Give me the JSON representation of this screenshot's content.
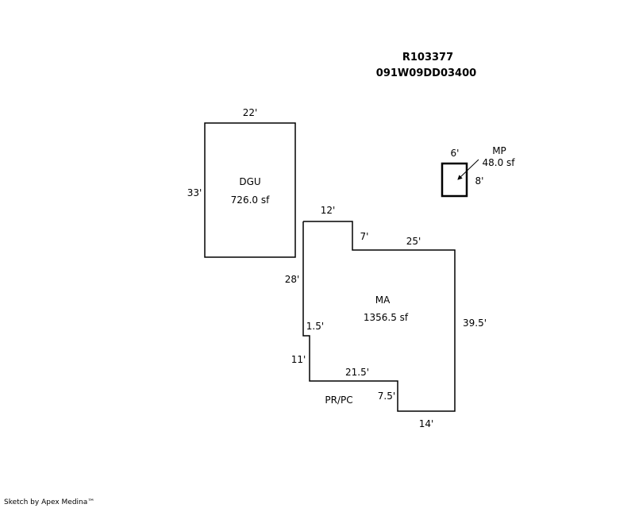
{
  "header": {
    "parcel_id": "R103377",
    "map_number": "091W09DD03400"
  },
  "dgu": {
    "name": "DGU",
    "area": "726.0 sf",
    "width_label": "22'",
    "height_label": "33'"
  },
  "mp": {
    "name": "MP",
    "area": "48.0 sf",
    "width_label": "6'",
    "height_label": "8'"
  },
  "ma": {
    "name": "MA",
    "area": "1356.5 sf",
    "dimensions": {
      "top_left": "12'",
      "step_down": "7'",
      "top_right": "25'",
      "left": "28'",
      "right": "39.5'",
      "jog": "1.5'",
      "lower_left": "11'",
      "lower_mid": "21.5'",
      "step_down_lower": "7.5'",
      "bottom": "14'"
    }
  },
  "porch": {
    "name": "PR/PC"
  },
  "credit": "Sketch by Apex Medina™",
  "colors": {
    "line": "#000000",
    "background": "#ffffff"
  }
}
